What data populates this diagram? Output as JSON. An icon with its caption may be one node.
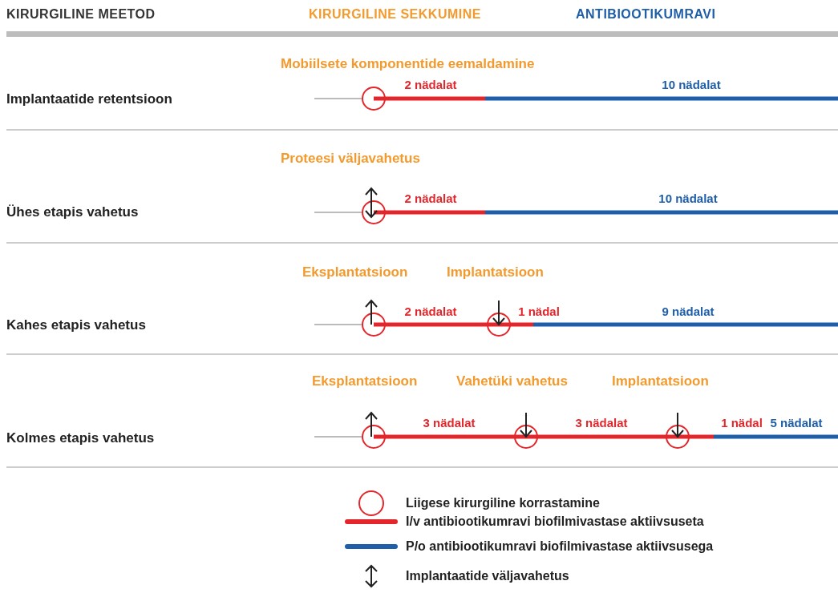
{
  "diagram": {
    "labels": [
      "KIRURGILINE MEETOD",
      "KIRURGILINE SEKKUMINE",
      "ANTIBIOOTIKUMRAVI",
      "Mobiilsete komponentide eemaldamine",
      "Implantaatide retentsioon",
      "2 nädalat",
      "10 nädalat",
      "Proteesi väljavahetus",
      "Ühes etapis vahetus",
      "2 nädalat",
      "10 nädalat",
      "Eksplantatsioon",
      "Implantatsioon",
      "Kahes etapis vahetus",
      "2 nädalat",
      "1 nädal",
      "9 nädalat",
      "Eksplantatsioon",
      "Vahetüki vahetus",
      "Implantatsioon",
      "Kolmes etapis vahetus",
      "3 nädalat",
      "3 nädalat",
      "1 nädal",
      "5 nädalat"
    ],
    "legend": [
      {
        "text": "Liigese kirurgiline korrastamine"
      },
      {
        "text": "I/v antibiootikumravi biofilmivastase aktiivsuseta"
      },
      {
        "text": "P/o antibiootikumravi biofilmivastase aktiivsusega"
      },
      {
        "text": "Implantaatide väljavahetus"
      }
    ]
  }
}
